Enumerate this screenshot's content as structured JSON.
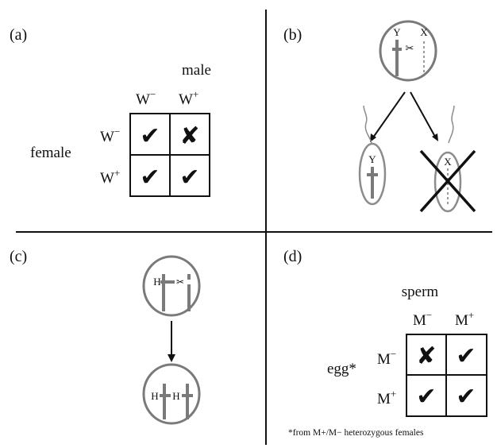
{
  "panels": {
    "a": {
      "label": "(a)",
      "col_header": "male",
      "row_header": "female",
      "cols": [
        {
          "base": "W",
          "sup": "−"
        },
        {
          "base": "W",
          "sup": "+"
        }
      ],
      "rows": [
        {
          "base": "W",
          "sup": "−"
        },
        {
          "base": "W",
          "sup": "+"
        }
      ],
      "cells": [
        [
          "✔",
          "✘"
        ],
        [
          "✔",
          "✔"
        ]
      ]
    },
    "b": {
      "label": "(b)",
      "chrom_y": "Y",
      "chrom_x": "X",
      "scissors_icon": "✂",
      "sperm_y": "Y",
      "sperm_x": "X"
    },
    "c": {
      "label": "(c)",
      "h_label": "H",
      "scissors_icon": "✂",
      "h_label_left": "H",
      "h_label_right": "H"
    },
    "d": {
      "label": "(d)",
      "col_header": "sperm",
      "row_header": "egg*",
      "cols": [
        {
          "base": "M",
          "sup": "−"
        },
        {
          "base": "M",
          "sup": "+"
        }
      ],
      "rows": [
        {
          "base": "M",
          "sup": "−"
        },
        {
          "base": "M",
          "sup": "+"
        }
      ],
      "cells": [
        [
          "✘",
          "✔"
        ],
        [
          "✔",
          "✔"
        ]
      ],
      "footnote": "*from M+/M− heterozygous females"
    }
  },
  "colors": {
    "line": "#111111",
    "gray": "#7a7a7a",
    "light_gray": "#8c8c8c"
  }
}
